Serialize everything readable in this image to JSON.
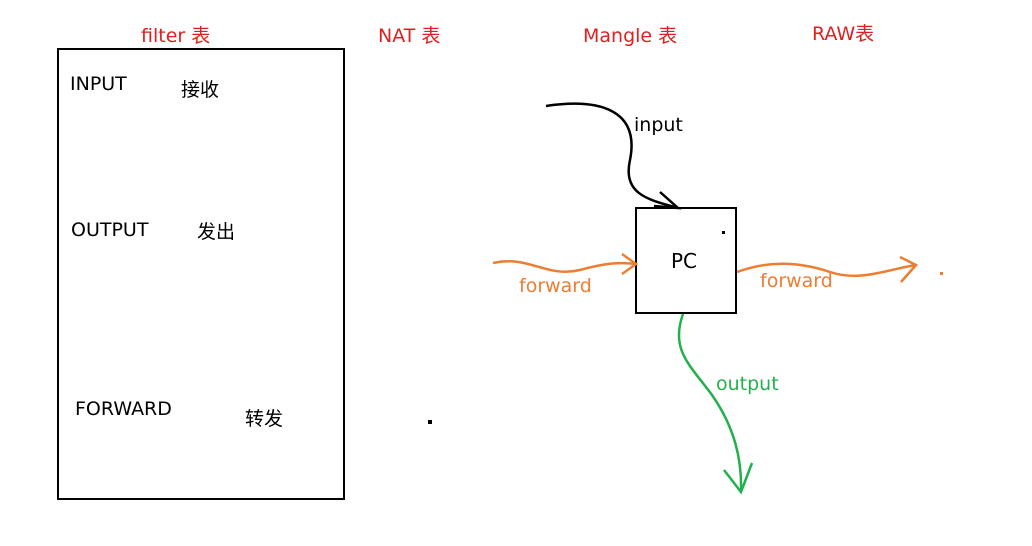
{
  "headers": {
    "filter": "filter 表",
    "nat": "NAT  表",
    "mangle": "Mangle 表",
    "raw": "RAW表"
  },
  "filter_chains": [
    {
      "name": "INPUT",
      "meaning": "接收"
    },
    {
      "name": "OUTPUT",
      "meaning": "发出"
    },
    {
      "name": "FORWARD",
      "meaning": "转发"
    }
  ],
  "diagram": {
    "node_label": "PC",
    "flows": {
      "input": {
        "label": "input",
        "color": "#000000"
      },
      "forward_in": {
        "label": "forward",
        "color": "#ed7d31"
      },
      "forward_out": {
        "label": "forward",
        "color": "#ed7d31"
      },
      "output": {
        "label": "output",
        "color": "#22b14c"
      }
    }
  },
  "colors": {
    "header": "#e02020",
    "forward": "#ed7d31",
    "output": "#22b14c",
    "input": "#000000"
  }
}
